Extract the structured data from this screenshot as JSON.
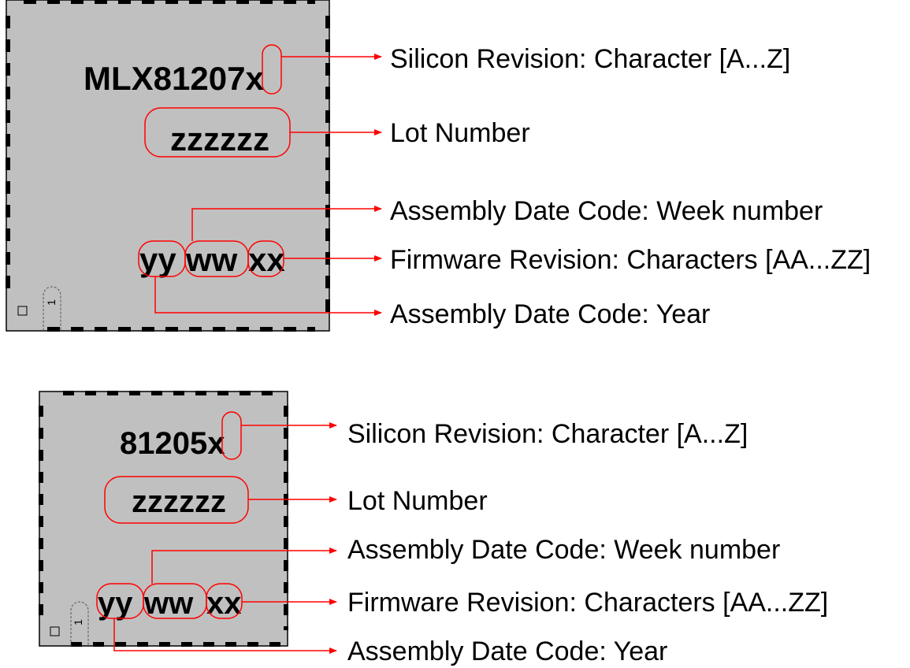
{
  "diagrams": [
    {
      "part_marking": "MLX81207x",
      "lot_marking": "zzzzzz",
      "code_year": "yy",
      "code_week": "ww",
      "code_fw": "xx",
      "pin1_label": "1",
      "labels": {
        "silicon_revision": "Silicon Revision: Character [A...Z]",
        "lot_number": "Lot Number",
        "week_number": "Assembly Date Code: Week number",
        "firmware_revision": "Firmware Revision: Characters [AA...ZZ]",
        "year": "Assembly Date Code: Year"
      }
    },
    {
      "part_marking": "81205x",
      "lot_marking": "zzzzzz",
      "code_year": "yy",
      "code_week": "ww",
      "code_fw": "xx",
      "pin1_label": "1",
      "labels": {
        "silicon_revision": "Silicon Revision: Character [A...Z]",
        "lot_number": "Lot Number",
        "week_number": "Assembly Date Code: Week number",
        "firmware_revision": "Firmware Revision: Characters [AA...ZZ]",
        "year": "Assembly Date Code: Year"
      }
    }
  ],
  "colors": {
    "package_fill": "#c0c0c0",
    "package_border": "#000000",
    "callout": "#ff0000"
  }
}
